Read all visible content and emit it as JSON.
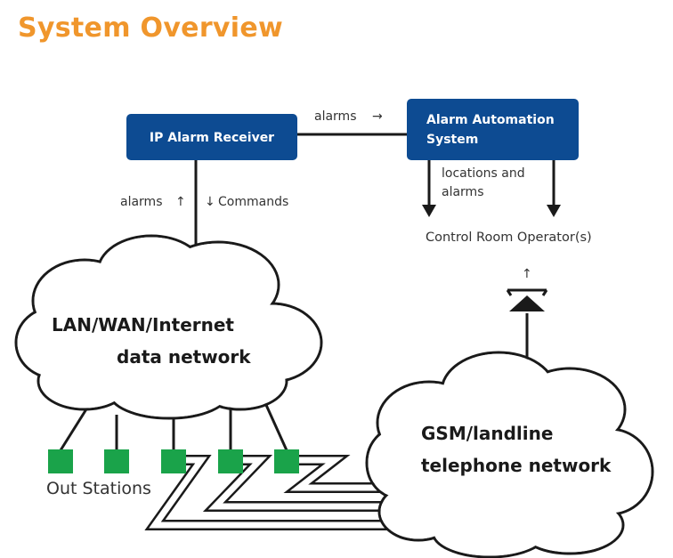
{
  "title": "System Overview",
  "colors": {
    "title": "#f0962c",
    "box_fill": "#0d4b92",
    "station": "#1aa34a",
    "line": "#1a1a1a"
  },
  "nodes": {
    "ip_receiver": "IP Alarm Receiver",
    "automation_line1": "Alarm Automation",
    "automation_line2": "System",
    "operators": "Control Room Operator(s)",
    "lan_line1": "LAN/WAN/Internet",
    "lan_line2": "data network",
    "gsm_line1": "GSM/landline",
    "gsm_line2": "telephone network",
    "out_stations": "Out Stations"
  },
  "edge_labels": {
    "alarms_right": "alarms",
    "locations_line1": "locations and",
    "locations_line2": "alarms",
    "alarms_up": "alarms",
    "commands": "Commands"
  },
  "icons": {
    "arrow_right": "→",
    "arrow_up": "↑",
    "arrow_down": "↓"
  }
}
